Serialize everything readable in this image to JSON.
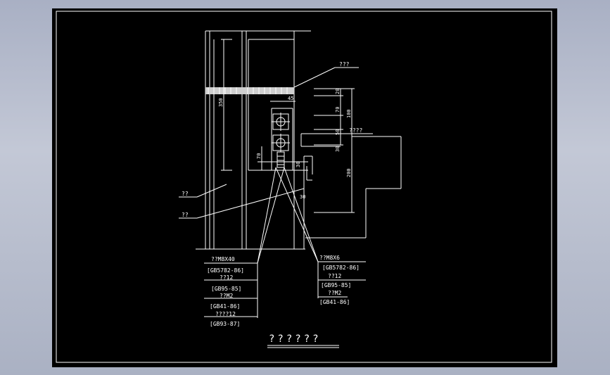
{
  "drawing": {
    "title": "??????",
    "callouts": {
      "top": "???",
      "right": "????",
      "left_a": "??",
      "left_b": "??"
    },
    "left_bom": [
      "??M8X40",
      "[GB5782-86]",
      "??12",
      "[GB95-85]",
      "??M2",
      "[GB41-86]",
      "????12",
      "[GB93-87]"
    ],
    "right_bom": [
      "??M8X6",
      "[GB5782-86]",
      "??12",
      "[GB95-85]",
      "??M2",
      "[GB41-86]"
    ],
    "dims": {
      "d350": "350",
      "d45": "45",
      "d20": "20",
      "d70a": "70",
      "d100": "100",
      "d50": "50",
      "d30a": "30",
      "d70b": "70",
      "d200": "200",
      "d30b": "30",
      "d30c": "30"
    }
  }
}
